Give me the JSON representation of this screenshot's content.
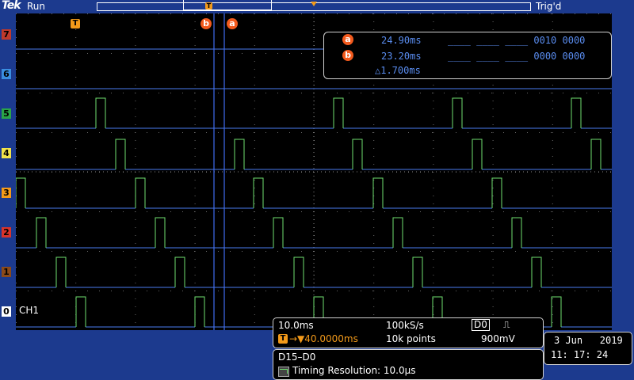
{
  "header": {
    "brand": "Tek",
    "run_state": "Run",
    "trigger_state": "Trig'd",
    "trigger_marker": "T"
  },
  "channel_labels": [
    "7",
    "6",
    "5",
    "4",
    "3",
    "2",
    "1",
    "0"
  ],
  "cursors": {
    "a_label": "a",
    "b_label": "b",
    "a_time": "24.90ms",
    "b_time": "23.20ms",
    "a_bits": "____ ____ ____ 0010 0000",
    "b_bits": "____ ____ ____ 0000 0000",
    "delta": "△1.700ms"
  },
  "waveform": {
    "ch1_label": "CH1"
  },
  "timebase": {
    "time_per_div": "10.0ms",
    "sample_rate": "100kS/s",
    "trigger_source": "D0",
    "trigger_slope": "⎍",
    "trigger_position": "→▼40.0000ms",
    "record_length": "10k points",
    "trigger_level": "900mV"
  },
  "digital": {
    "group": "D15–D0",
    "timing_resolution": "Timing Resolution: 10.0μs"
  },
  "datetime": {
    "date": "3 Jun   2019",
    "time": "11: 17: 24"
  },
  "colors": {
    "trace": "#4a7cf0",
    "pulse": "#6fe06f",
    "marker": "#f39a1a",
    "cursor_badge": "#f25a1d",
    "ch7": "#c0392b",
    "ch6": "#3a8de0",
    "ch5": "#2aa548",
    "ch4": "#f2e34b",
    "ch3": "#f39a1a",
    "ch2": "#d8332b",
    "ch1": "#8b4a1a",
    "ch0": "#ffffff"
  }
}
